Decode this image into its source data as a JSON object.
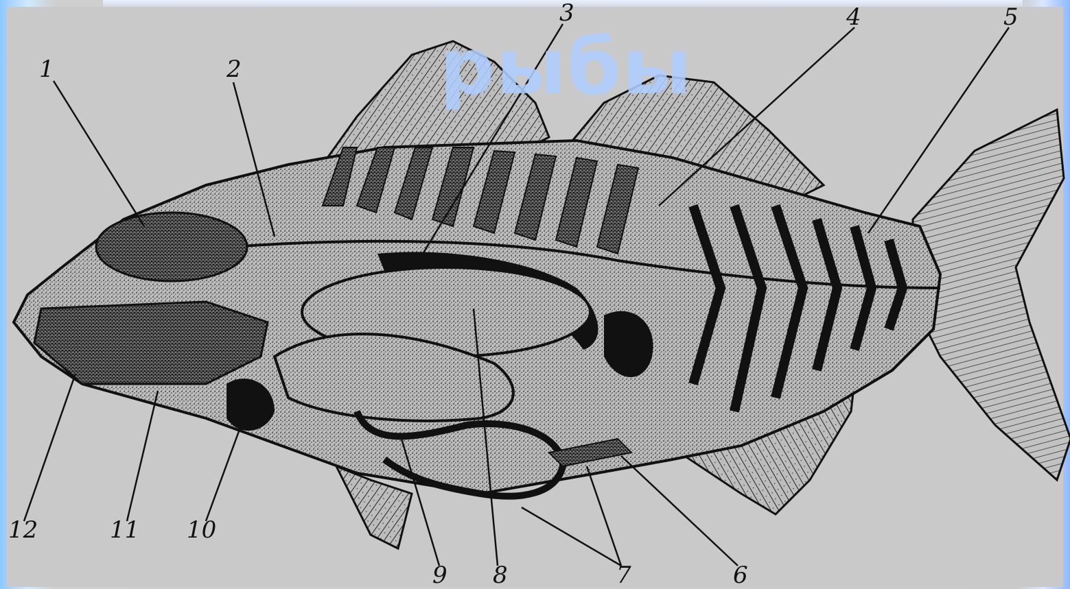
{
  "title": "рыбы",
  "labels": [
    "1",
    "2",
    "3",
    "4",
    "5",
    "6",
    "7",
    "8",
    "9",
    "10",
    "11",
    "12"
  ],
  "colors": {
    "background": "#c9c9c9",
    "ink": "#111111",
    "title": "#afcdff",
    "frame_left": "#8ec8ff",
    "frame_right": "#8fb8ff"
  }
}
